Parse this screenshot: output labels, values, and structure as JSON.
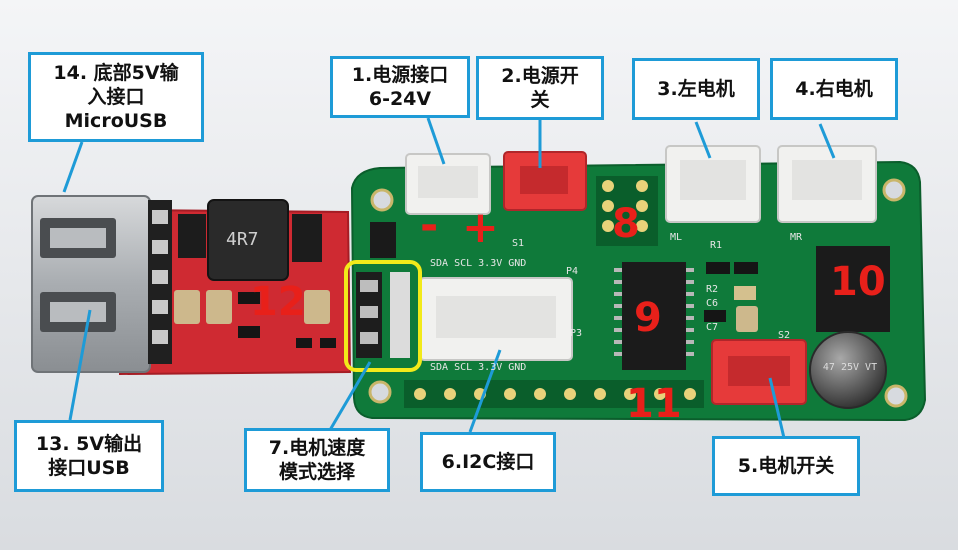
{
  "callouts": {
    "c14": [
      "14. 底部5V输",
      "入接口",
      "MicroUSB"
    ],
    "c1": [
      "1.电源接口",
      "6-24V"
    ],
    "c2": [
      "2.电源开",
      "关"
    ],
    "c3": [
      "3.左电机"
    ],
    "c4": [
      "4.右电机"
    ],
    "c13": [
      "13. 5V输出",
      "接口USB"
    ],
    "c7": [
      "7.电机速度",
      "模式选择"
    ],
    "c6": [
      "6.I2C接口"
    ],
    "c5": [
      "5.电机开关"
    ]
  },
  "numbers": {
    "n8": "8",
    "n9": "9",
    "n10": "10",
    "n11": "11",
    "n12": "12"
  },
  "polarity": {
    "minus": "-",
    "plus": "+"
  },
  "silkscreen": {
    "inductor": "4R7",
    "capacitor": "47 25V VT",
    "i2c_top": "SDA SCL 3.3V GND",
    "i2c_bottom": "SDA SCL 3.3V GND",
    "ml": "ML",
    "mr": "MR",
    "p4": "P4",
    "p3": "P3",
    "s1": "S1",
    "s2": "S2",
    "r1": "R1",
    "r2": "R2",
    "c6": "C6",
    "c7": "C7"
  },
  "colors": {
    "callout_border": "#1e9bd7",
    "number_red": "#e8201a",
    "pcb_green": "#0f7a3a",
    "usb_board_red": "#cf2a32",
    "highlight_yellow": "#f2ea1a"
  }
}
